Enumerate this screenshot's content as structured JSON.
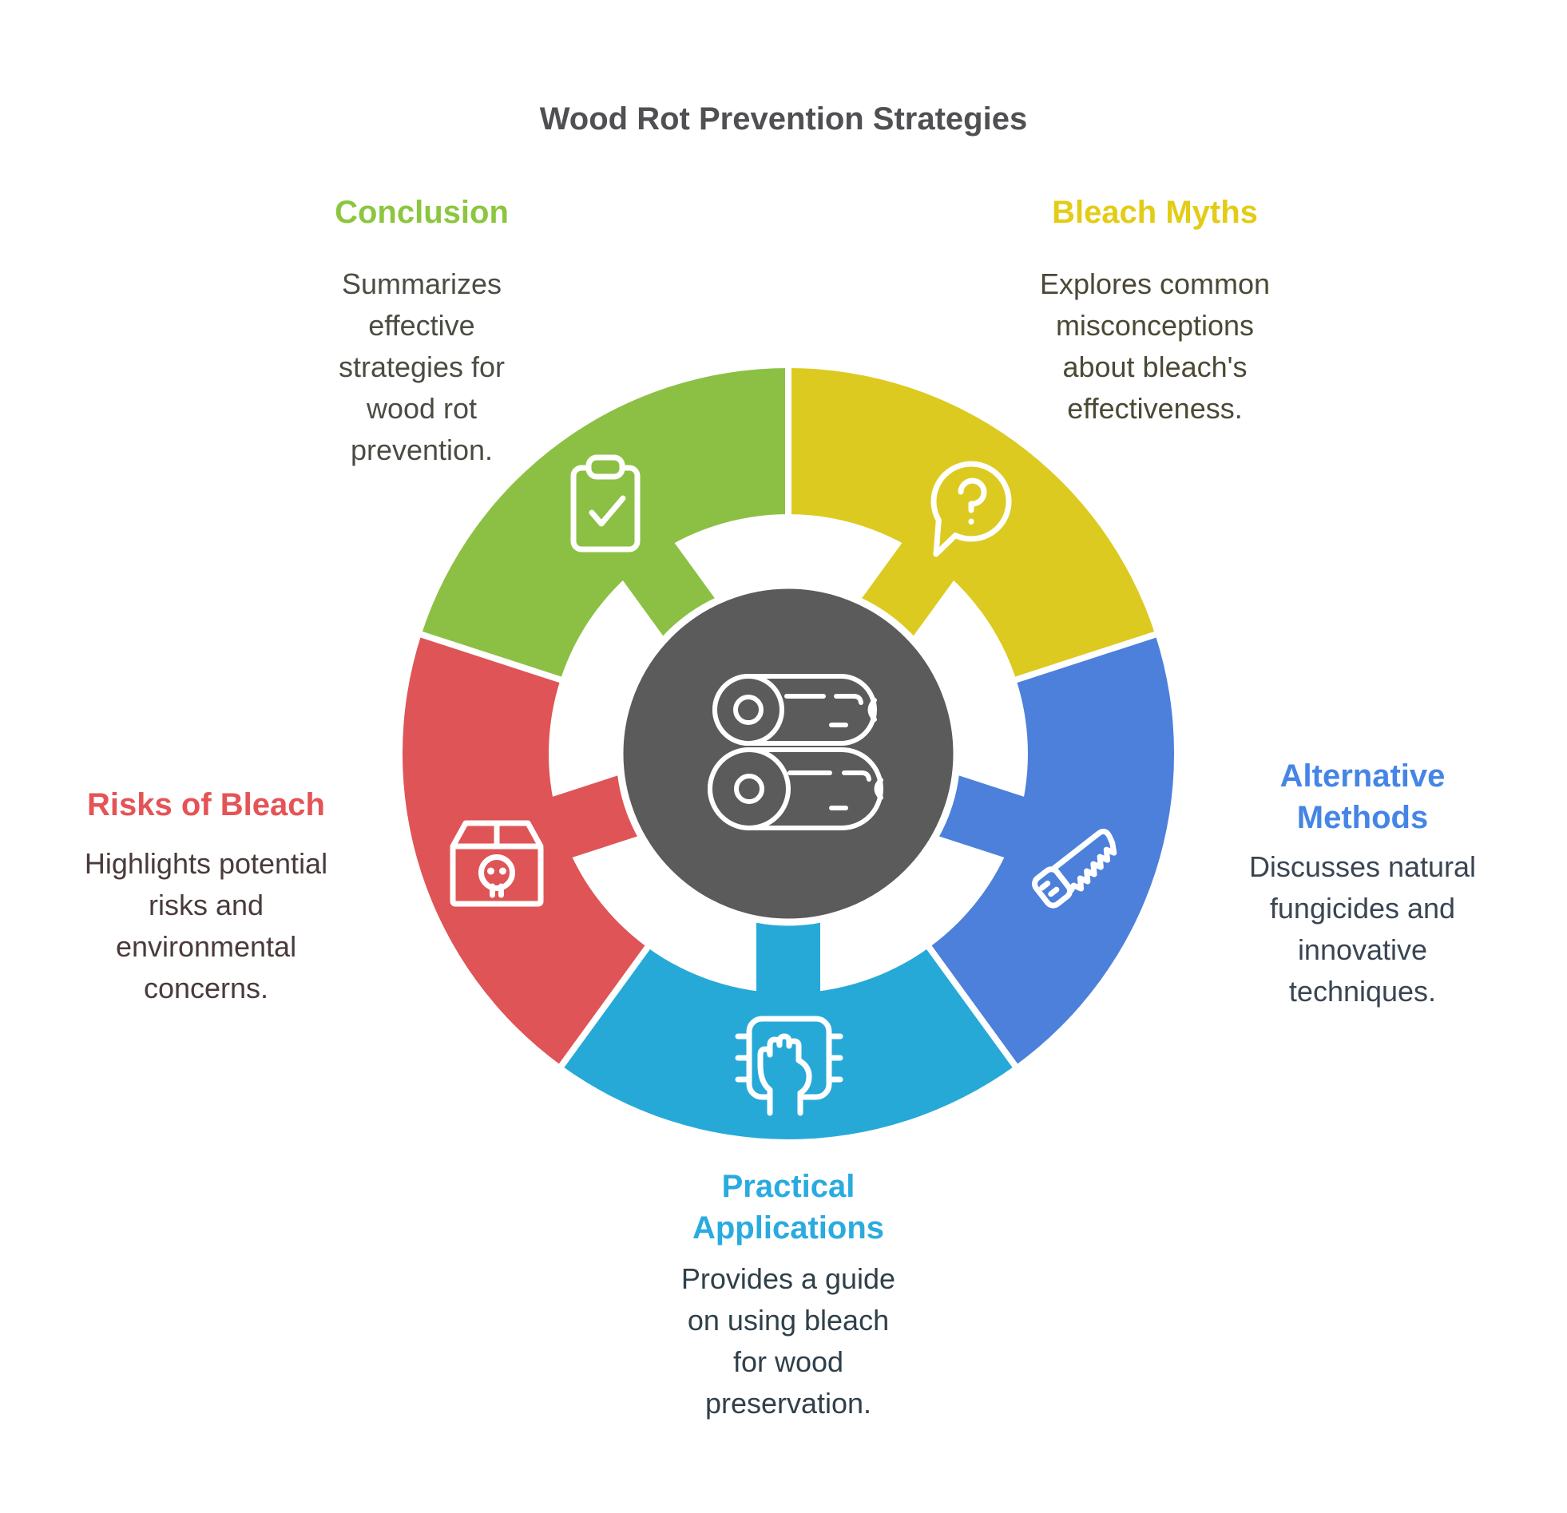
{
  "title": "Wood Rot Prevention Strategies",
  "colors": {
    "background": "#FFFFFF",
    "title_text": "#505053",
    "center_circle": "#5C5B5C",
    "icon_stroke": "#FFFFFF"
  },
  "center": {
    "icon": "wood-logs-icon"
  },
  "sections": [
    {
      "id": "conclusion",
      "label": "Conclusion",
      "description": "Summarizes effective strategies for wood rot prevention.",
      "color": "#8CC044",
      "heading_color": "#8CC63F",
      "text_color": "#4C4C44",
      "icon": "clipboard-check-icon",
      "position": "top-left"
    },
    {
      "id": "bleach-myths",
      "label": "Bleach Myths",
      "description": "Explores common misconceptions about bleach's effectiveness.",
      "color": "#DCCA20",
      "heading_color": "#E3CC16",
      "text_color": "#4B4935",
      "icon": "question-bubble-icon",
      "position": "top-right"
    },
    {
      "id": "alternative-methods",
      "label": "Alternative Methods",
      "description": "Discusses natural fungicides and innovative techniques.",
      "color": "#4C80DB",
      "heading_color": "#4585E6",
      "text_color": "#3A4553",
      "icon": "saw-icon",
      "position": "right"
    },
    {
      "id": "practical-applications",
      "label": "Practical Applications",
      "description": "Provides a guide on using bleach for wood preservation.",
      "color": "#27A9D8",
      "heading_color": "#2AABE0",
      "text_color": "#2F404A",
      "icon": "hand-wipe-icon",
      "position": "bottom"
    },
    {
      "id": "risks-of-bleach",
      "label": "Risks of Bleach",
      "description": "Highlights potential risks and environmental concerns.",
      "color": "#DF5456",
      "heading_color": "#E45456",
      "text_color": "#4A3B3B",
      "icon": "toxic-package-icon",
      "position": "left"
    }
  ]
}
